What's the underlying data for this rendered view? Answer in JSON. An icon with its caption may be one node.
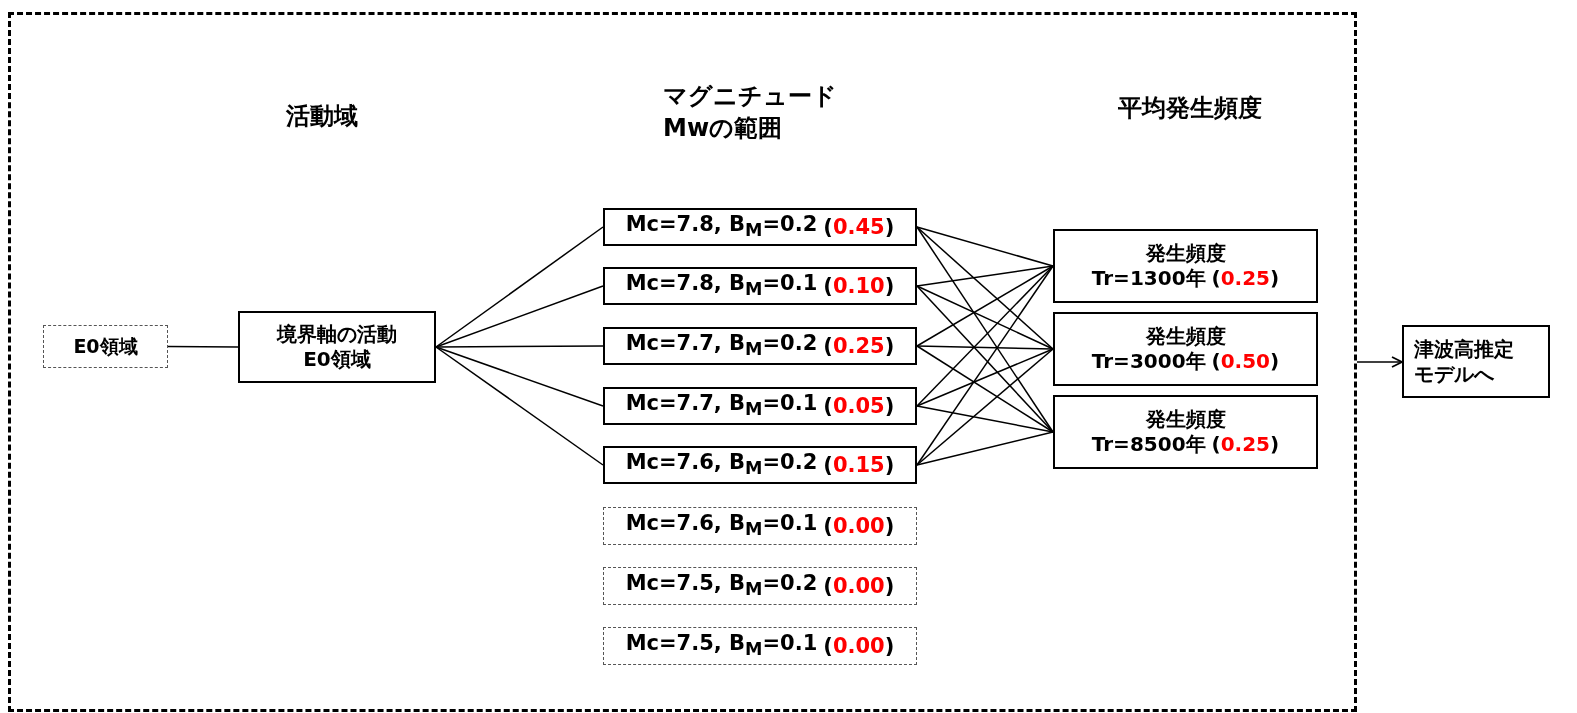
{
  "diagram": {
    "nodes": [
      {
        "text": [],
        "shape": "box"
      },
      {
        "text": [
          "E0領域"
        ],
        "in": 0
      },
      {
        "text": [
          "境界軸の活動E0領域"
        ],
        "in": 0
      },
      {
        "text": [
          "Mc=7.8, B$_{M}$=0.2",
          "(0.45)"
        ],
        "in": 0
      },
      {
        "text": [
          "Mc=7.8, B$_{M}$=0.1",
          "(0.10)"
        ],
        "in": 0
      },
      {
        "text": [
          "Mc=7.7, B$_{M}$=0.2",
          "(0.25)"
        ],
        "in": 0
      },
      {
        "text": [
          "Mc=7.7, B$_{M}$=0.1",
          "(0.05)"
        ],
        "in": 0
      },
      {
        "text": [
          "Mc=7.6, B$_{M}$=0.2",
          "(0.15)"
        ],
        "in": 0
      },
      {
        "text": [
          "Mc=7.6, B$_{M}$=0.1",
          "(0.00)"
        ],
        "in": 0
      },
      {
        "text": [
          "Mc=7.5, B$_{M}$=0.2",
          "(0.00)"
        ],
        "in": 0
      },
      {
        "text": [
          "Mc=7.5, B$_{M}$=0.1",
          "(0.00)"
        ],
        "in": 0
      },
      {
        "text": [
          "発生頻度",
          "Tr=1300年",
          "(0.25)"
        ],
        "in": 0
      },
      {
        "text": [
          "発生頻度",
          "Tr=3000年",
          "(0.50)"
        ],
        "in": 0
      },
      {
        "text": [
          "発生頻度",
          "Tr=8500年",
          "(0.25)"
        ],
        "in": 0
      },
      {
        "text": [
          "津波高推定モデルへ"
        ]
      }
    ],
    "edges": [
      {
        "from": 1,
        "to": 2,
        "arrow": "none"
      },
      {
        "from": 2,
        "to": 3,
        "arrow": "none"
      },
      {
        "from": 2,
        "to": 4,
        "arrow": "none"
      },
      {
        "from": 2,
        "to": 5,
        "arrow": "none"
      },
      {
        "from": 2,
        "to": 6,
        "arrow": "none"
      },
      {
        "from": 2,
        "to": 7,
        "arrow": "none"
      },
      {
        "from": 3,
        "to": 11,
        "arrow": "none"
      },
      {
        "from": 3,
        "to": 12,
        "arrow": "none"
      },
      {
        "from": 3,
        "to": 13,
        "arrow": "none"
      },
      {
        "from": 4,
        "to": 11,
        "arrow": "none"
      },
      {
        "from": 4,
        "to": 12,
        "arrow": "none"
      },
      {
        "from": 4,
        "to": 13,
        "arrow": "none"
      },
      {
        "from": 5,
        "to": 11,
        "arrow": "none"
      },
      {
        "from": 5,
        "to": 12,
        "arrow": "none"
      },
      {
        "from": 5,
        "to": 13,
        "arrow": "none"
      },
      {
        "from": 6,
        "to": 11,
        "arrow": "none"
      },
      {
        "from": 6,
        "to": 12,
        "arrow": "none"
      },
      {
        "from": 6,
        "to": 13,
        "arrow": "none"
      },
      {
        "from": 7,
        "to": 11,
        "arrow": "none"
      },
      {
        "from": 7,
        "to": 12,
        "arrow": "none"
      },
      {
        "from": 7,
        "to": 13,
        "arrow": "none"
      },
      {
        "from": 0,
        "to": 14,
        "arrow": "to"
      }
    ],
    "labels": [
      "活動域",
      "マグニチュードMwの範囲",
      "平均発生頻度"
    ]
  }
}
